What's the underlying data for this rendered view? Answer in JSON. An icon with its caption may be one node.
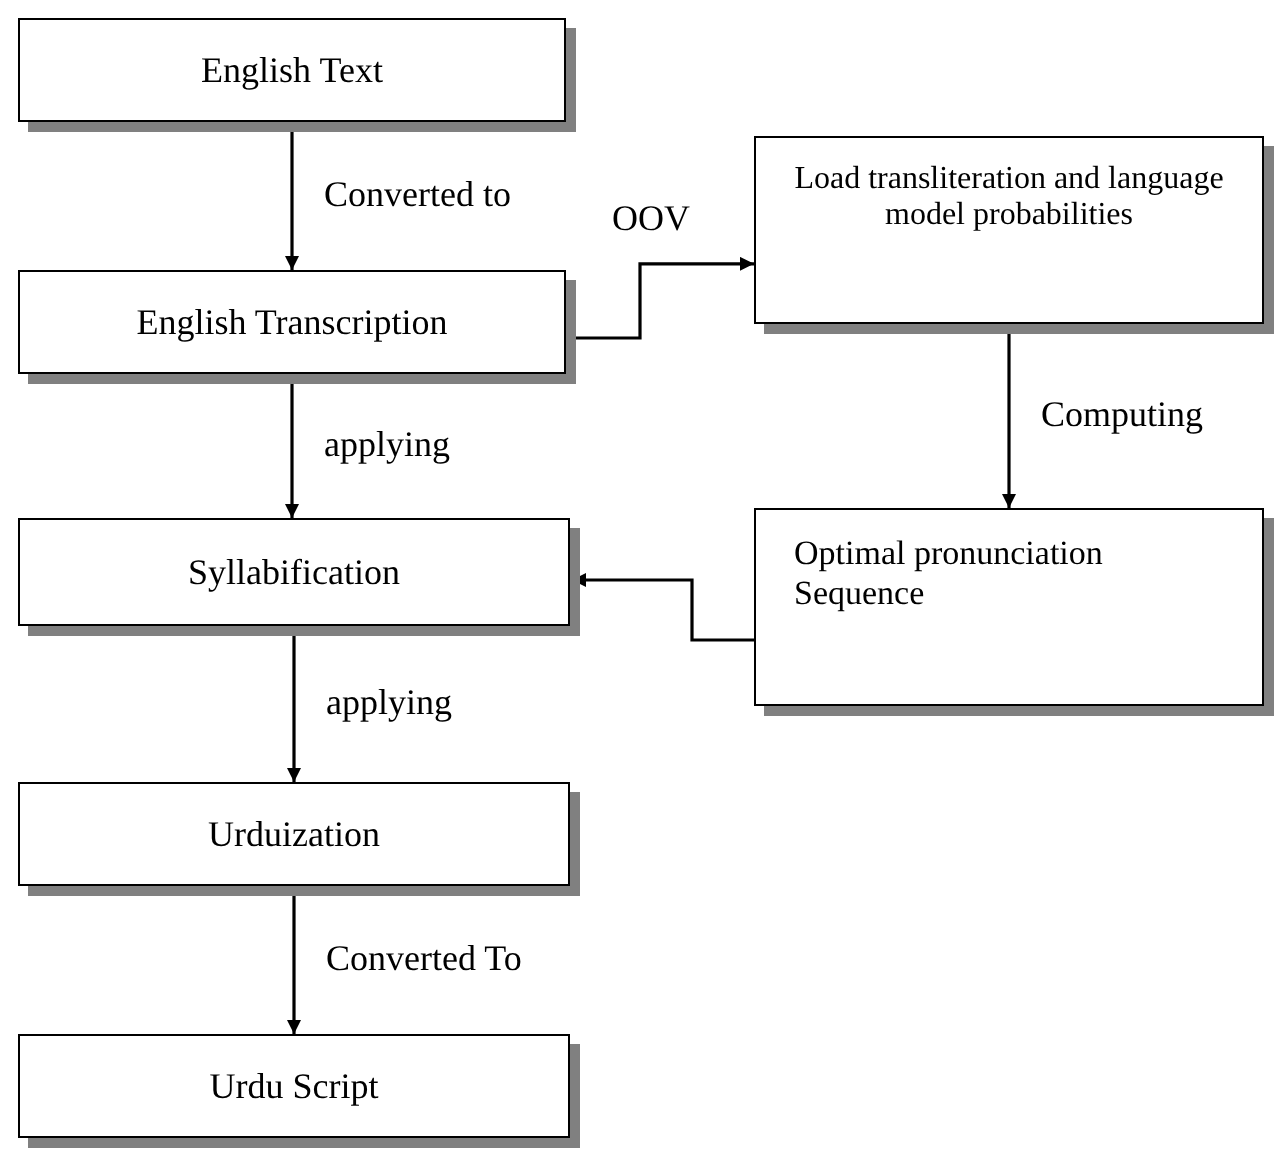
{
  "diagram": {
    "nodes": [
      {
        "text": [
          "English Text"
        ]
      },
      {
        "text": [
          "English Transcription"
        ]
      },
      {
        "text": [
          "Load transliteration and language model probabilities"
        ]
      },
      {
        "text": [
          "Syllabification"
        ]
      },
      {
        "text": [
          "Optimal pronunciation Sequence"
        ]
      },
      {
        "text": [
          "Urduization"
        ]
      },
      {
        "text": [
          "Urdu Script"
        ]
      }
    ],
    "edges": [
      {
        "from": 0,
        "to": 1,
        "arrow": "to",
        "label": "Converted to"
      },
      {
        "from": 1,
        "to": 2,
        "arrow": "to",
        "label": "OOV"
      },
      {
        "from": 1,
        "to": 3,
        "arrow": "to",
        "label": "applying"
      },
      {
        "from": 2,
        "to": 4,
        "arrow": "to",
        "label": "Computing"
      },
      {
        "from": 4,
        "to": 3,
        "arrow": "to"
      },
      {
        "from": 3,
        "to": 5,
        "arrow": "to",
        "label": "applying"
      },
      {
        "from": 5,
        "to": 6,
        "arrow": "to",
        "label": "Converted To"
      }
    ]
  }
}
